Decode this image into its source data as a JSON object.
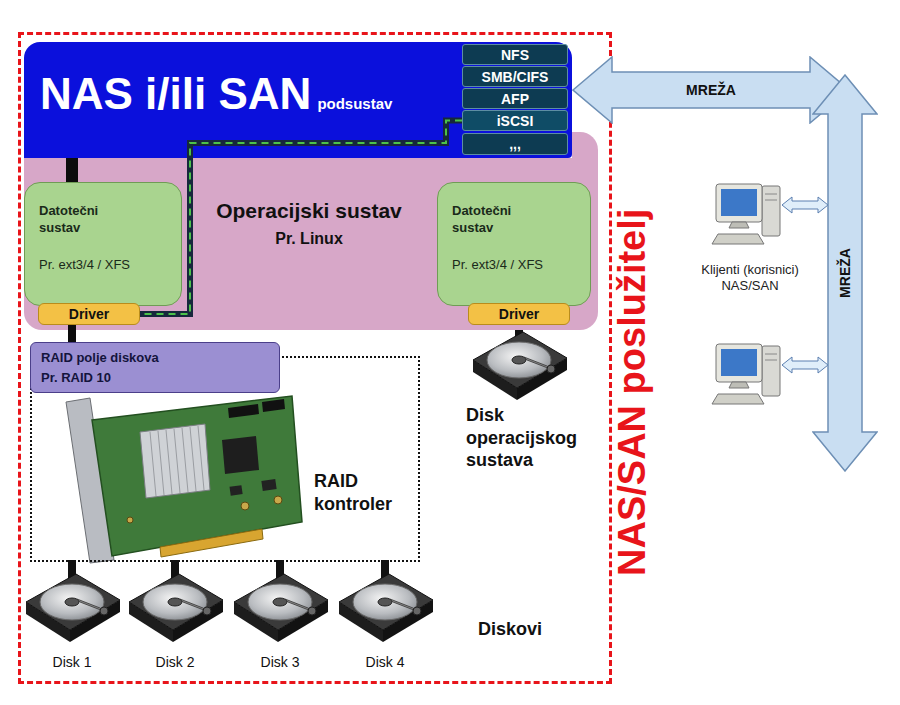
{
  "diagram": {
    "nodes": [
      {
        "text": [
          "NAS/SAN poslužitelj"
        ]
      },
      {
        "text": [
          "NAS i/ili SAN",
          "podsustav"
        ],
        "in": 0
      },
      {
        "text": [
          "NFS"
        ],
        "in": 1
      },
      {
        "text": [
          "SMB/CIFS"
        ],
        "in": 1
      },
      {
        "text": [
          "AFP"
        ],
        "in": 1
      },
      {
        "text": [
          "iSCSI"
        ],
        "in": 1
      },
      {
        "text": [
          ",,,"
        ],
        "in": 1
      },
      {
        "text": [
          "Operacijski sustav",
          "Pr. Linux"
        ],
        "in": 0
      },
      {
        "text": [
          "Datotečni sustav",
          "Pr. ext3/4 / XFS"
        ],
        "in": 7
      },
      {
        "text": [
          "Driver"
        ],
        "in": 7
      },
      {
        "text": [
          "Datotečni sustav",
          "Pr. ext3/4 / XFS"
        ],
        "in": 7
      },
      {
        "text": [
          "Driver"
        ],
        "in": 7
      },
      {
        "text": [
          "RAID polje diskova",
          "Pr. RAID 10"
        ],
        "in": 0
      },
      {
        "text": [
          "RAID kontroler"
        ],
        "in": 0
      },
      {
        "text": [
          "MREŽA"
        ]
      },
      {
        "text": [
          "MREŽA"
        ]
      }
    ],
    "edges": [
      {
        "from": 1,
        "to": 8,
        "arrow": "none"
      },
      {
        "from": 5,
        "to": 9,
        "arrow": "none"
      },
      {
        "from": 9,
        "to": 12,
        "arrow": "none"
      }
    ],
    "labels": [
      "Disk operacijskog sustava",
      "Diskovi",
      "Disk 1",
      "Disk 2",
      "Disk 3",
      "Disk 4",
      "Klijenti (korisnici) NAS/SAN"
    ]
  }
}
